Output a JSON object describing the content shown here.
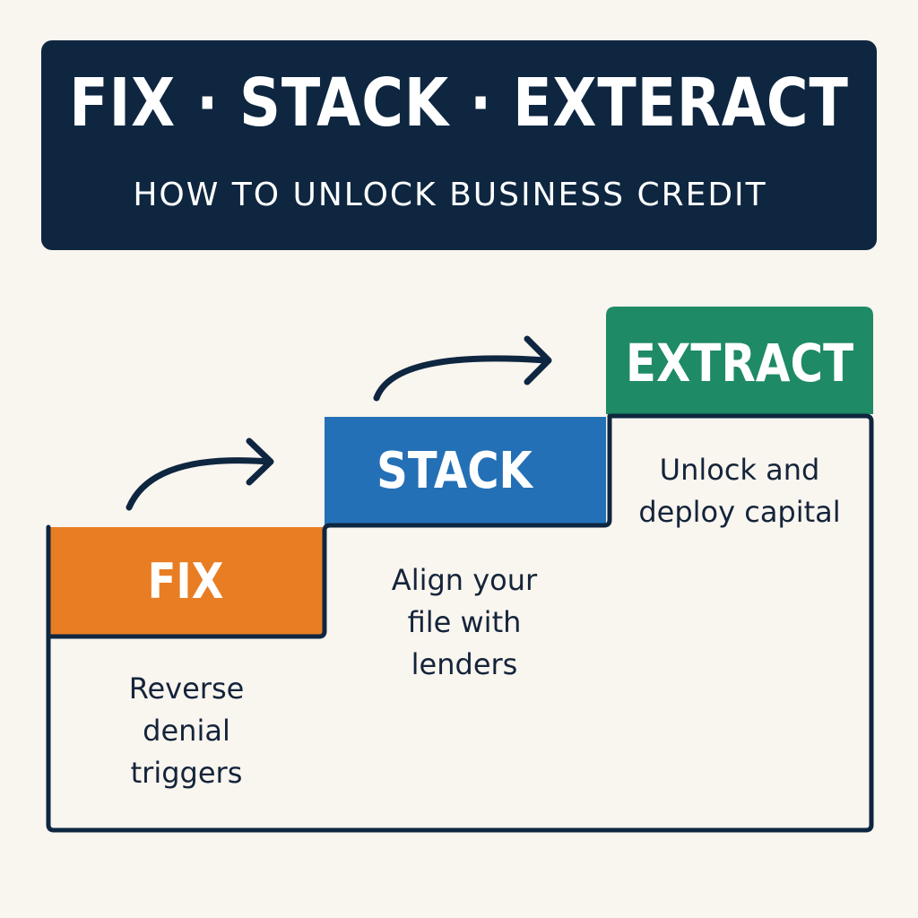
{
  "banner": {
    "title": "FIX · STACK · EXTERACT",
    "subtitle": "HOW TO UNLOCK BUSINESS CREDIT"
  },
  "steps": [
    {
      "label": "FIX",
      "description": "Reverse denial triggers",
      "color": "#e87d23"
    },
    {
      "label": "STACK",
      "description": "Align your file with lenders",
      "color": "#2470b6"
    },
    {
      "label": "EXTRACT",
      "description": "Unlock and deploy capital",
      "color": "#1e8a66"
    }
  ],
  "colors": {
    "banner_background": "#0e2640",
    "page_background": "#f9f5ef",
    "outline": "#0e2640"
  },
  "icons": [
    "curved-arrow-icon",
    "curved-arrow-icon"
  ]
}
